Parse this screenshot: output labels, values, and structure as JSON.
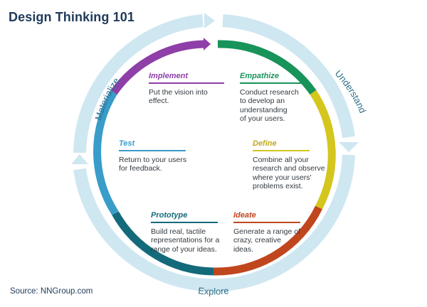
{
  "title": "Design Thinking 101",
  "source": "Source: NNGroup.com",
  "outer_labels": {
    "understand": "Understand",
    "explore": "Explore",
    "materialize": "Materialize"
  },
  "stages": {
    "implement": {
      "title": "Implement",
      "desc": "Put the vision into effect.",
      "color": "#8e3fa8"
    },
    "empathize": {
      "title": "Empathize",
      "desc": "Conduct research\nto develop an\nunderstanding\nof your users.",
      "color": "#18935a"
    },
    "define": {
      "title": "Define",
      "desc": "Combine all your\nresearch and observe\nwhere your users'\nproblems exist.",
      "color": "#d4c61c"
    },
    "ideate": {
      "title": "Ideate",
      "desc": "Generate a range of\ncrazy, creative\nideas.",
      "color": "#c0461e"
    },
    "prototype": {
      "title": "Prototype",
      "desc": "Build real, tactile\nrepresentations for a\nrange of your ideas.",
      "color": "#136a7a"
    },
    "test": {
      "title": "Test",
      "desc": "Return to your users\nfor feedback.",
      "color": "#3a9cc9"
    }
  },
  "colors": {
    "title": "#1f3a5a",
    "outer_ring": "#cfe7f1",
    "outer_text": "#2d6e8a"
  }
}
